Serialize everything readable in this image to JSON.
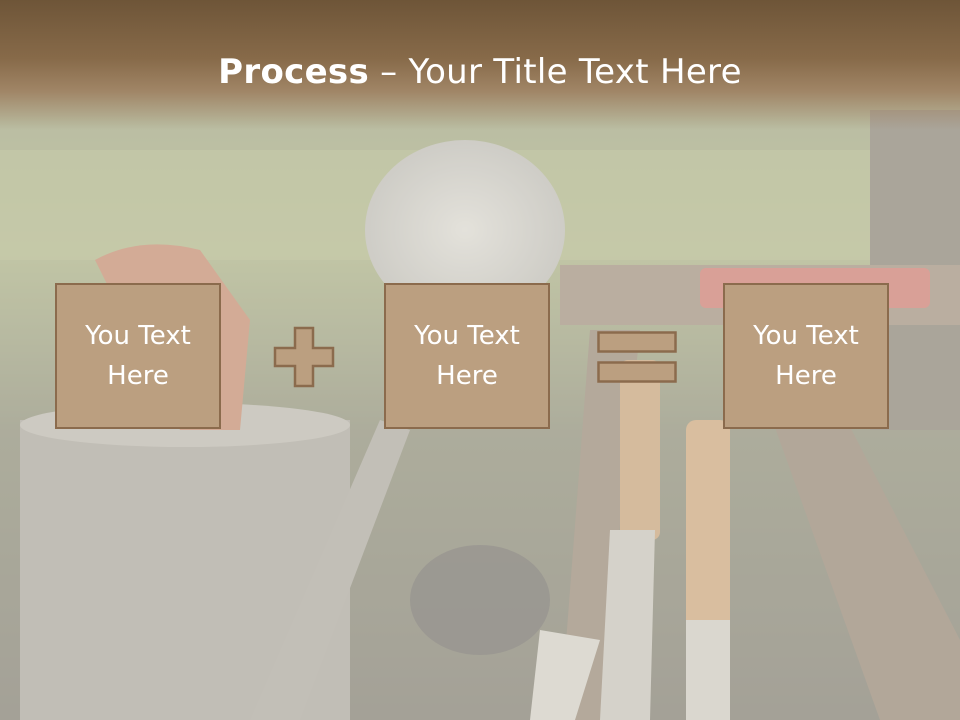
{
  "slide": {
    "title_bold": "Process",
    "title_rest": " – Your Title Text Here"
  },
  "steps": [
    {
      "text": "You Text\nHere"
    },
    {
      "text": "You Text\nHere"
    },
    {
      "text": "You Text\nHere"
    }
  ],
  "operators": [
    "plus-sign",
    "equals-sign"
  ],
  "colors": {
    "title_bar": "#876a49",
    "box_fill": "#bb9f80",
    "box_border": "#8b6b4d",
    "text": "#ffffff"
  }
}
